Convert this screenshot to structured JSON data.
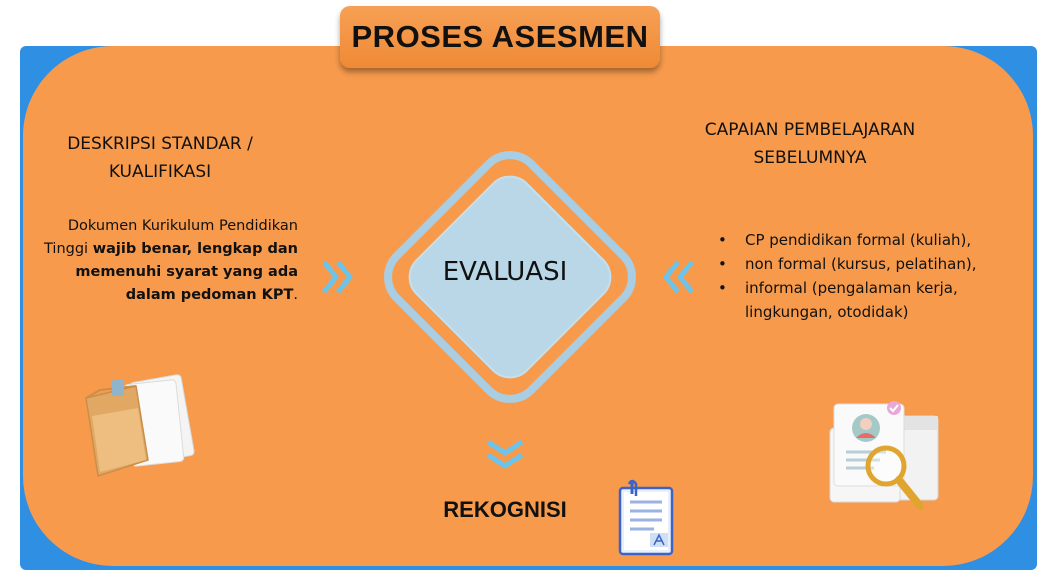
{
  "title": "PROSES ASESMEN",
  "left": {
    "heading_line1": "DESKRIPSI STANDAR /",
    "heading_line2": "KUALIFIKASI",
    "body_plain_1": "Dokumen Kurikulum Pendidikan Tinggi ",
    "body_bold": "wajib benar, lengkap dan memenuhi syarat yang ada dalam pedoman KPT",
    "body_plain_2": "."
  },
  "right": {
    "heading_line1": "CAPAIAN PEMBELAJARAN",
    "heading_line2": "SEBELUMNYA",
    "bullets": [
      "CP pendidikan formal (kuliah),",
      "non formal (kursus, pelatihan),",
      "informal (pengalaman kerja, lingkungan, otodidak)"
    ]
  },
  "center": {
    "label": "EVALUASI"
  },
  "bottom": {
    "label": "REKOGNISI"
  },
  "colors": {
    "background_card": "#f79a4c",
    "frame_blue": "#2f8fe3",
    "title_box": "#f09040",
    "diamond_fill": "#b9d7e7",
    "diamond_outline": "#a9cee3",
    "chevron": "#6cc4ea"
  },
  "icons": {
    "left": "folder-documents-icon",
    "right": "profile-search-icon",
    "bottom": "clipboard-document-icon"
  }
}
